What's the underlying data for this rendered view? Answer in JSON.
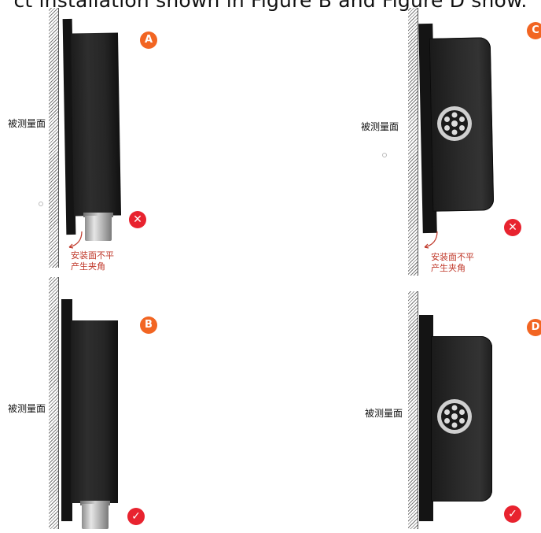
{
  "header_text": "ct installation shown in Figure B and Figure D show.",
  "panels": {
    "A": {
      "badge": "A",
      "surface_label": "被测量面",
      "note": [
        "安装面不平",
        "产生夹角"
      ],
      "result": "wrong"
    },
    "B": {
      "badge": "B",
      "surface_label": "被测量面",
      "result": "correct"
    },
    "C": {
      "badge": "C",
      "surface_label": "被测量面",
      "note": [
        "安装面不平",
        "产生夹角"
      ],
      "result": "wrong"
    },
    "D": {
      "badge": "D",
      "surface_label": "被测量面",
      "result": "correct"
    }
  },
  "colors": {
    "badge": "#f26522",
    "mark": "#e8232f",
    "note_text": "#c0392b"
  }
}
